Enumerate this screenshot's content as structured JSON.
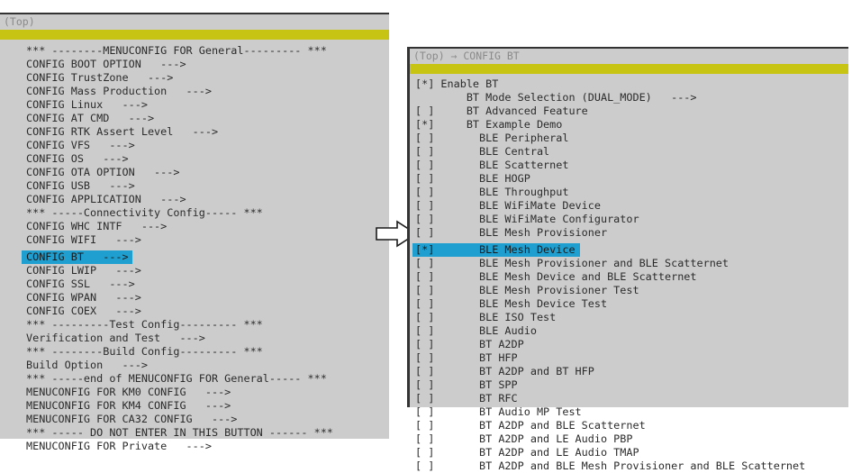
{
  "colors": {
    "panel_bg": "#cccccc",
    "title_text": "#8a8a8a",
    "accent_bar": "#c8c414",
    "selection": "#1f9fd0",
    "text": "#2b2b2b",
    "border": "#333333"
  },
  "left_panel": {
    "title": "(Top)",
    "rows": [
      {
        "text": "*** --------MENUCONFIG FOR General--------- ***",
        "selected": false,
        "type": "comment"
      },
      {
        "text": "CONFIG BOOT OPTION   --->",
        "selected": false,
        "type": "menu"
      },
      {
        "text": "CONFIG TrustZone   --->",
        "selected": false,
        "type": "menu"
      },
      {
        "text": "CONFIG Mass Production   --->",
        "selected": false,
        "type": "menu"
      },
      {
        "text": "CONFIG Linux   --->",
        "selected": false,
        "type": "menu"
      },
      {
        "text": "CONFIG AT CMD   --->",
        "selected": false,
        "type": "menu"
      },
      {
        "text": "CONFIG RTK Assert Level   --->",
        "selected": false,
        "type": "menu"
      },
      {
        "text": "CONFIG VFS   --->",
        "selected": false,
        "type": "menu"
      },
      {
        "text": "CONFIG OS   --->",
        "selected": false,
        "type": "menu"
      },
      {
        "text": "CONFIG OTA OPTION   --->",
        "selected": false,
        "type": "menu"
      },
      {
        "text": "CONFIG USB   --->",
        "selected": false,
        "type": "menu"
      },
      {
        "text": "CONFIG APPLICATION   --->",
        "selected": false,
        "type": "menu"
      },
      {
        "text": "*** -----Connectivity Config----- ***",
        "selected": false,
        "type": "comment"
      },
      {
        "text": "CONFIG WHC INTF   --->",
        "selected": false,
        "type": "menu"
      },
      {
        "text": "CONFIG WIFI   --->",
        "selected": false,
        "type": "menu"
      },
      {
        "text": "CONFIG BT   --->",
        "selected": true,
        "type": "menu"
      },
      {
        "text": "CONFIG LWIP   --->",
        "selected": false,
        "type": "menu"
      },
      {
        "text": "CONFIG SSL   --->",
        "selected": false,
        "type": "menu"
      },
      {
        "text": "CONFIG WPAN   --->",
        "selected": false,
        "type": "menu"
      },
      {
        "text": "CONFIG COEX   --->",
        "selected": false,
        "type": "menu"
      },
      {
        "text": "*** ---------Test Config--------- ***",
        "selected": false,
        "type": "comment"
      },
      {
        "text": "Verification and Test   --->",
        "selected": false,
        "type": "menu"
      },
      {
        "text": "*** --------Build Config--------- ***",
        "selected": false,
        "type": "comment"
      },
      {
        "text": "Build Option   --->",
        "selected": false,
        "type": "menu"
      },
      {
        "text": "*** -----end of MENUCONFIG FOR General----- ***",
        "selected": false,
        "type": "comment"
      },
      {
        "text": "MENUCONFIG FOR KM0 CONFIG   --->",
        "selected": false,
        "type": "menu"
      },
      {
        "text": "MENUCONFIG FOR KM4 CONFIG   --->",
        "selected": false,
        "type": "menu"
      },
      {
        "text": "MENUCONFIG FOR CA32 CONFIG   --->",
        "selected": false,
        "type": "menu"
      },
      {
        "text": "*** ----- DO NOT ENTER IN THIS BUTTON ------ ***",
        "selected": false,
        "type": "comment"
      },
      {
        "text": "MENUCONFIG FOR Private   --->",
        "selected": false,
        "type": "menu"
      }
    ]
  },
  "right_panel": {
    "title": "(Top) → CONFIG BT",
    "rows": [
      {
        "text": "[*] Enable BT",
        "selected": false
      },
      {
        "text": "        BT Mode Selection (DUAL_MODE)   --->",
        "selected": false
      },
      {
        "text": "[ ]     BT Advanced Feature",
        "selected": false
      },
      {
        "text": "[*]     BT Example Demo",
        "selected": false
      },
      {
        "text": "[ ]       BLE Peripheral",
        "selected": false
      },
      {
        "text": "[ ]       BLE Central",
        "selected": false
      },
      {
        "text": "[ ]       BLE Scatternet",
        "selected": false
      },
      {
        "text": "[ ]       BLE HOGP",
        "selected": false
      },
      {
        "text": "[ ]       BLE Throughput",
        "selected": false
      },
      {
        "text": "[ ]       BLE WiFiMate Device",
        "selected": false
      },
      {
        "text": "[ ]       BLE WiFiMate Configurator",
        "selected": false
      },
      {
        "text": "[ ]       BLE Mesh Provisioner",
        "selected": false
      },
      {
        "text": "[*]       BLE Mesh Device",
        "selected": true
      },
      {
        "text": "[ ]       BLE Mesh Provisioner and BLE Scatternet",
        "selected": false
      },
      {
        "text": "[ ]       BLE Mesh Device and BLE Scatternet",
        "selected": false
      },
      {
        "text": "[ ]       BLE Mesh Provisioner Test",
        "selected": false
      },
      {
        "text": "[ ]       BLE Mesh Device Test",
        "selected": false
      },
      {
        "text": "[ ]       BLE ISO Test",
        "selected": false
      },
      {
        "text": "[ ]       BLE Audio",
        "selected": false
      },
      {
        "text": "[ ]       BT A2DP",
        "selected": false
      },
      {
        "text": "[ ]       BT HFP",
        "selected": false
      },
      {
        "text": "[ ]       BT A2DP and BT HFP",
        "selected": false
      },
      {
        "text": "[ ]       BT SPP",
        "selected": false
      },
      {
        "text": "[ ]       BT RFC",
        "selected": false
      },
      {
        "text": "[ ]       BT Audio MP Test",
        "selected": false
      },
      {
        "text": "[ ]       BT A2DP and BLE Scatternet",
        "selected": false
      },
      {
        "text": "[ ]       BT A2DP and LE Audio PBP",
        "selected": false
      },
      {
        "text": "[ ]       BT A2DP and LE Audio TMAP",
        "selected": false
      },
      {
        "text": "[ ]       BT A2DP and BLE Mesh Provisioner and BLE Scatternet",
        "selected": false
      }
    ]
  },
  "connector": {
    "icon": "right-block-arrow"
  }
}
